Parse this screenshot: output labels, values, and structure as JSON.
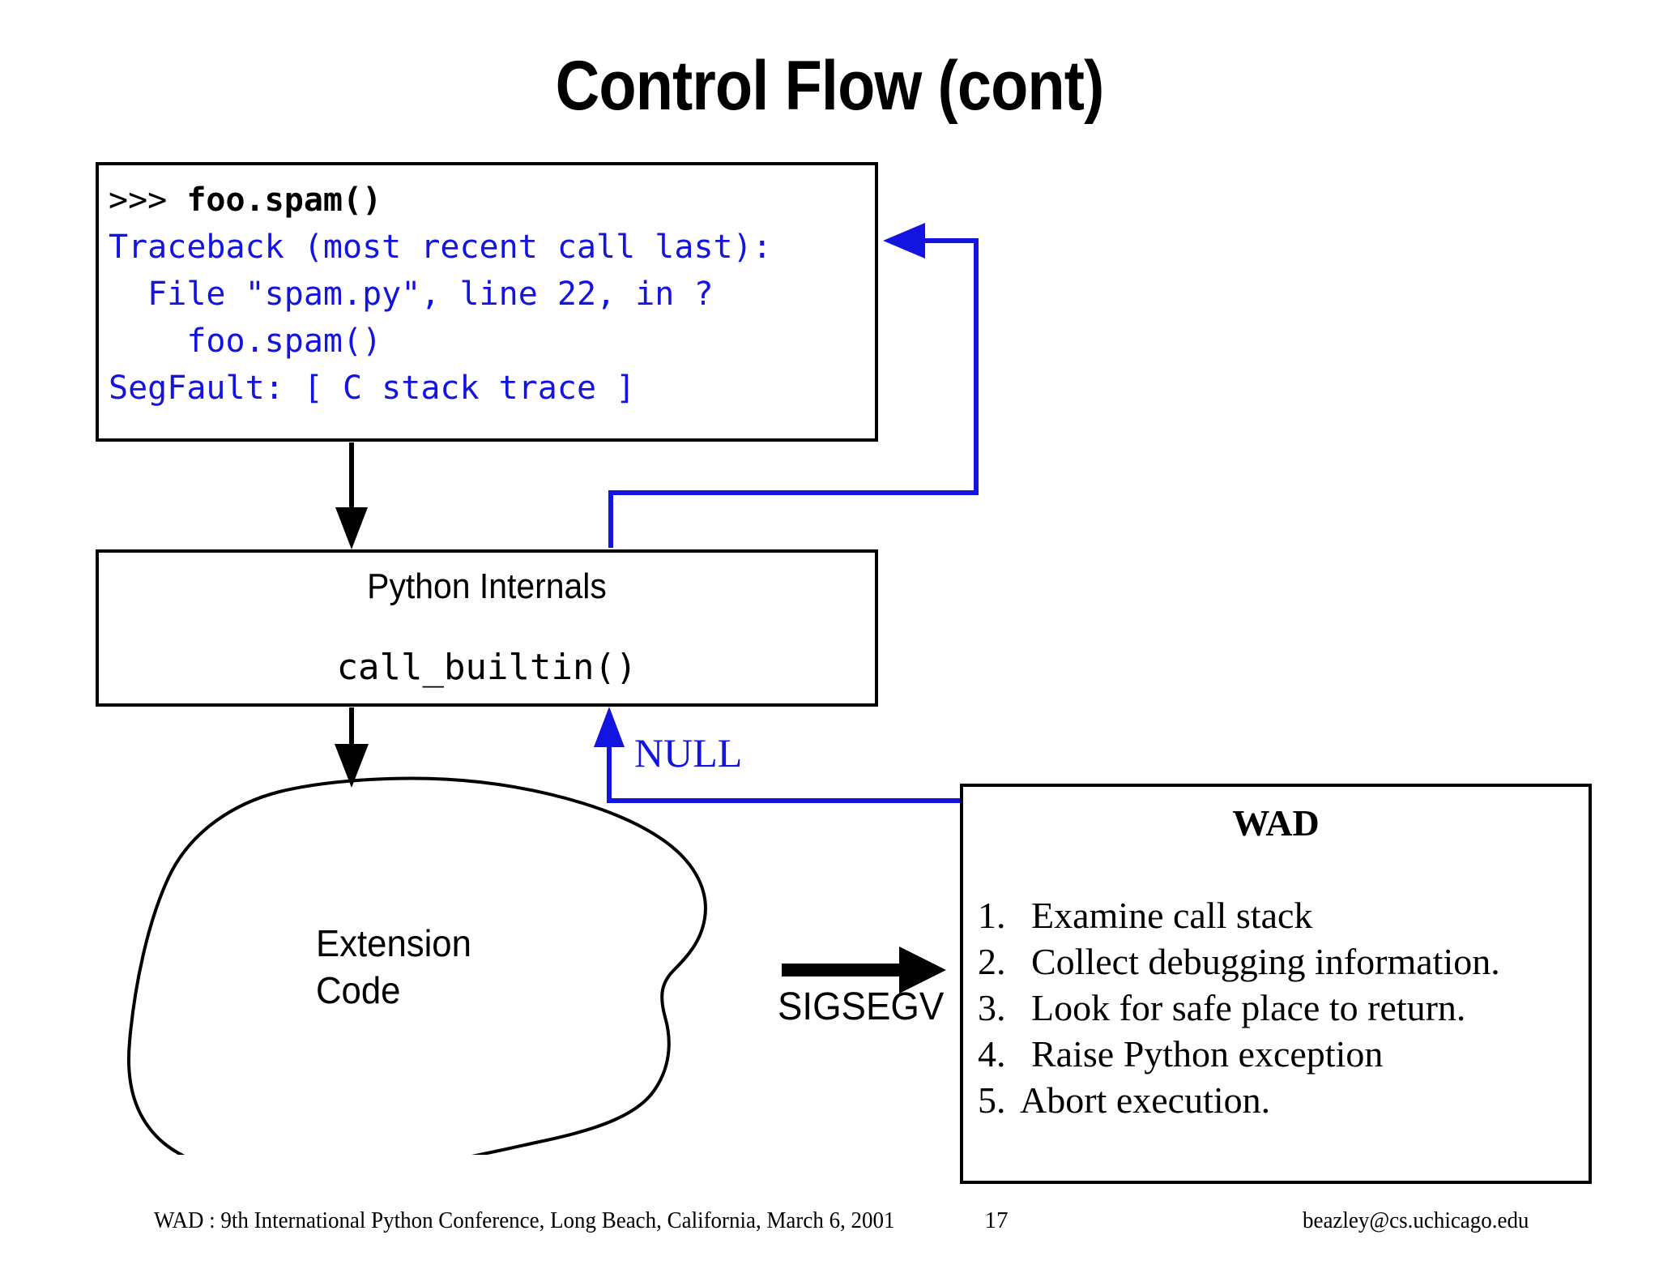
{
  "slide": {
    "title": "Control Flow (cont)",
    "colors": {
      "traceback_blue": "#1414e0",
      "ink_black": "#000000",
      "background": "#ffffff"
    }
  },
  "code_box": {
    "prompt": ">>> ",
    "command": "foo.spam()",
    "lines": [
      "Traceback (most recent call last):",
      "  File \"spam.py\", line 22, in ?",
      "    foo.spam()",
      "SegFault: [ C stack trace ]"
    ]
  },
  "python_internals": {
    "title": "Python Internals",
    "function": "call_builtin()"
  },
  "extension_code": {
    "label_line1": "Extension",
    "label_line2": "Code"
  },
  "wad_box": {
    "title": "WAD",
    "steps": [
      {
        "num": "1.",
        "text": "Examine call stack"
      },
      {
        "num": "2.",
        "text": "Collect debugging information."
      },
      {
        "num": "3.",
        "text": "Look for safe place to return."
      },
      {
        "num": "4.",
        "text": "Raise Python exception"
      },
      {
        "num": "5.",
        "text": "Abort execution."
      }
    ]
  },
  "connectors": {
    "sigsegv_label": "SIGSEGV",
    "null_label": "NULL"
  },
  "footer": {
    "left": "WAD : 9th International Python Conference, Long Beach, California, March 6, 2001",
    "page": "17",
    "right": "beazley@cs.uchicago.edu"
  }
}
